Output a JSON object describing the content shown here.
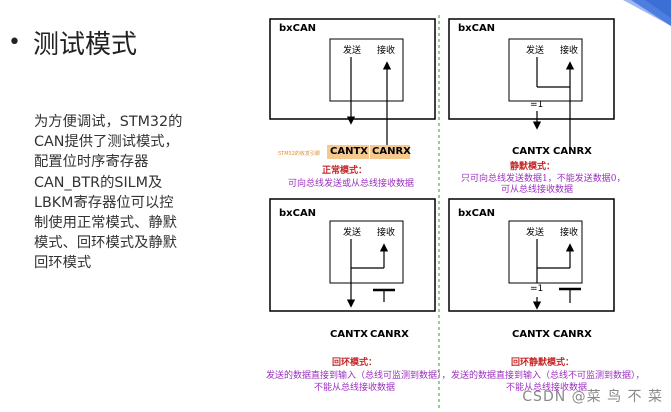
{
  "slide": {
    "bullet": "•",
    "title": "测试模式",
    "paragraph_lines": [
      "为方便调试，STM32的",
      "CAN提供了测试模式，",
      "配置位时序寄存器",
      "CAN_BTR的SILM及",
      "LBKM寄存器位可以控",
      "制使用正常模式、静默",
      "模式、回环模式及静默",
      "回环模式"
    ]
  },
  "diagrams": {
    "box_title": "bxCAN",
    "send": "发送",
    "recv": "接收",
    "tx": "CANTX",
    "rx": "CANRX",
    "eq1": "=1",
    "side_note": "STM32的收发引脚",
    "normal": {
      "title": "正常模式：",
      "desc": "可向总线发送或从总线接收数据"
    },
    "silent": {
      "title": "静默模式：",
      "line1": "只可向总线发送数据1，不能发送数据0，",
      "line2": "可从总线接收数据"
    },
    "loopback": {
      "title": "回环模式：",
      "line1": "发送的数据直接到输入（总线可监测到数据），",
      "line2": "不能从总线接收数据"
    },
    "silent_loopback": {
      "title": "回环静默模式：",
      "line1": "发送的数据直接到输入（总线不可监测到数据），",
      "line2": "不能从总线接收数据"
    }
  },
  "watermark": "CSDN @菜 鸟 不 菜",
  "colors": {
    "accent_corner": "#3b6fd6",
    "caption": "#9c2fc0",
    "caption_title": "#c62828",
    "highlight": "#f6c98e"
  }
}
